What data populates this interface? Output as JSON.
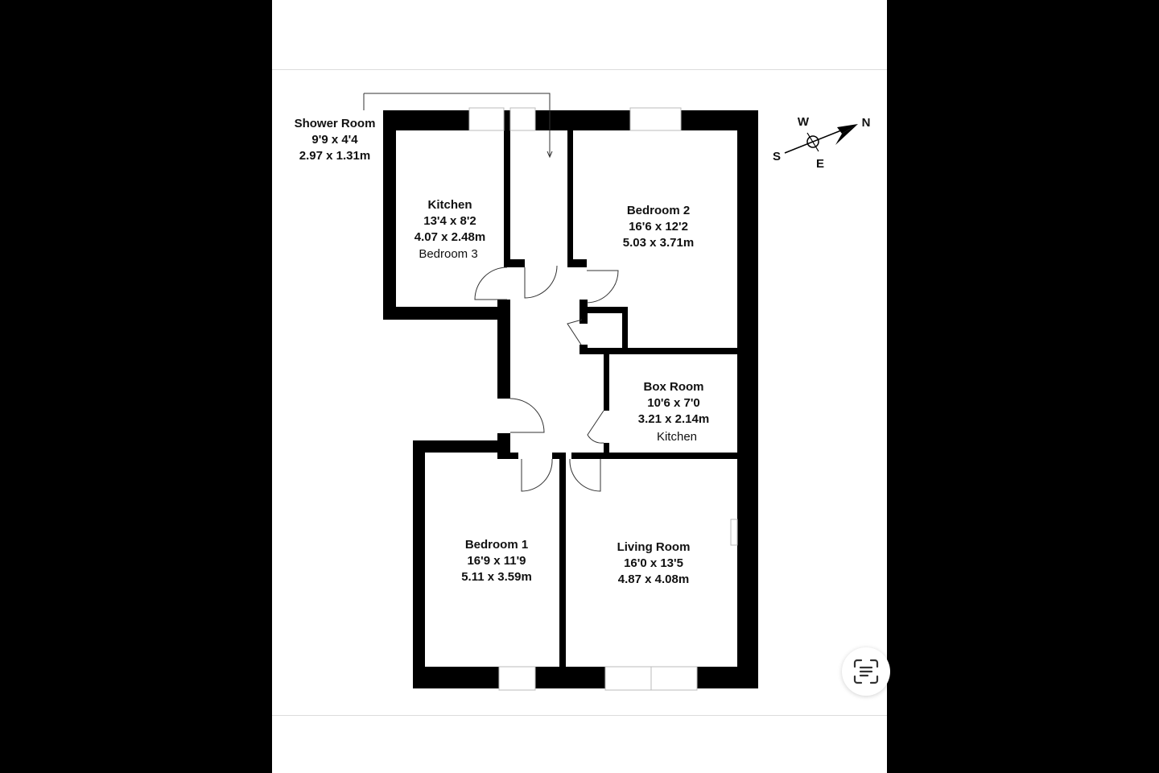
{
  "rooms": {
    "shower": {
      "name": "Shower Room",
      "imperial": "9'9 x 4'4",
      "metric": "2.97 x 1.31m"
    },
    "kitchen": {
      "name": "Kitchen",
      "imperial": "13'4 x 8'2",
      "metric": "4.07 x 2.48m",
      "note": "Bedroom 3"
    },
    "bedroom2": {
      "name": "Bedroom 2",
      "imperial": "16'6 x 12'2",
      "metric": "5.03 x 3.71m"
    },
    "boxroom": {
      "name": "Box Room",
      "imperial": "10'6 x 7'0",
      "metric": "3.21 x 2.14m",
      "note": "Kitchen"
    },
    "bedroom1": {
      "name": "Bedroom 1",
      "imperial": "16'9 x 11'9",
      "metric": "5.11 x 3.59m"
    },
    "living": {
      "name": "Living Room",
      "imperial": "16'0 x 13'5",
      "metric": "4.87 x 4.08m"
    }
  },
  "compass": {
    "w": "W",
    "n": "N",
    "s": "S",
    "e": "E"
  },
  "colors": {
    "wall": "#000000",
    "background": "#ffffff"
  },
  "icons": {
    "scan_text": "scan-text-icon"
  }
}
